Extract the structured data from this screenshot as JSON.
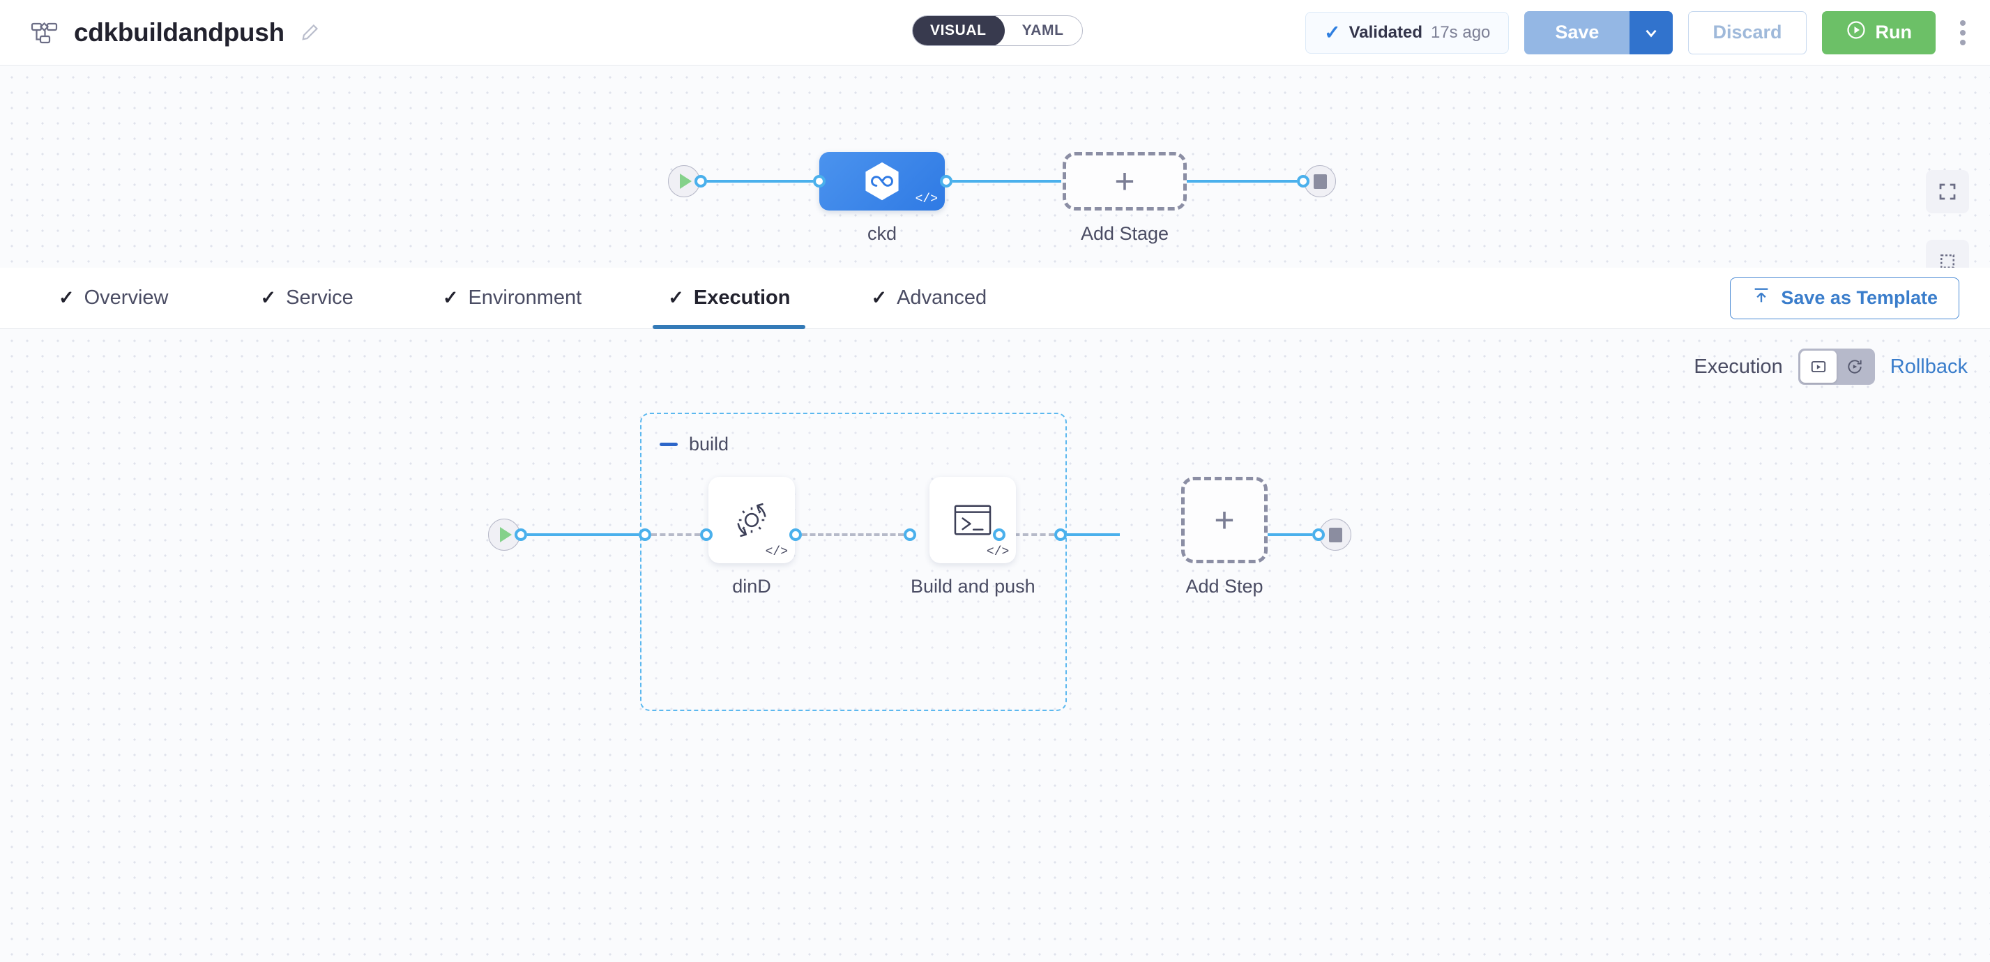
{
  "header": {
    "pipeline_icon": "pipeline-flow-icon",
    "title": "cdkbuildandpush",
    "edit_icon": "pencil-edit-icon",
    "mode_toggle": {
      "options": [
        "VISUAL",
        "YAML"
      ],
      "selected": "VISUAL"
    },
    "validation": {
      "check_icon": "check-icon",
      "label": "Validated",
      "time": "17s ago"
    },
    "save_label": "Save",
    "save_caret_icon": "chevron-down-icon",
    "discard_label": "Discard",
    "run_label": "Run",
    "run_icon": "play-circle-icon",
    "more_icon": "kebab-menu-icon"
  },
  "stage_canvas": {
    "start_icon": "play-start-icon",
    "end_icon": "stop-end-icon",
    "stage": {
      "label": "ckd",
      "icon": "harness-deploy-icon",
      "code_badge": "code-icon"
    },
    "add_stage": {
      "label": "Add Stage",
      "icon": "plus-icon"
    },
    "controls": [
      {
        "name": "fit-to-screen-icon"
      },
      {
        "name": "selection-box-icon"
      },
      {
        "name": "zoom-in-icon"
      },
      {
        "name": "zoom-out-icon"
      }
    ]
  },
  "tabs": [
    {
      "label": "Overview",
      "check_icon": "check-icon",
      "active": false
    },
    {
      "label": "Service",
      "check_icon": "check-icon",
      "active": false
    },
    {
      "label": "Environment",
      "check_icon": "check-icon",
      "active": false
    },
    {
      "label": "Execution",
      "check_icon": "check-icon",
      "active": true
    },
    {
      "label": "Advanced",
      "check_icon": "check-icon",
      "active": false
    }
  ],
  "save_as_template": {
    "label": "Save as Template",
    "icon": "template-upload-icon"
  },
  "exec_rollback": {
    "execution_label": "Execution",
    "rollback_label": "Rollback",
    "execution_icon": "execution-icon",
    "rollback_icon": "rollback-icon",
    "selected": "Execution"
  },
  "execution_canvas": {
    "start_icon": "play-start-icon",
    "end_icon": "stop-end-icon",
    "group": {
      "title": "build",
      "collapse_icon": "collapse-minus-icon",
      "steps": [
        {
          "label": "dinD",
          "icon": "gear-sync-icon",
          "code_badge": "code-icon"
        },
        {
          "label": "Build and push",
          "icon": "terminal-icon",
          "code_badge": "code-icon"
        }
      ]
    },
    "add_step": {
      "label": "Add Step",
      "icon": "plus-icon"
    }
  },
  "colors": {
    "accent_blue": "#3a7dcb",
    "link_blue": "#4ab0ec",
    "stage_blue": "#2f7ae4",
    "run_green": "#6cc067",
    "group_dash": "#5cb8ef",
    "canvas_bg": "#fafbfd"
  }
}
